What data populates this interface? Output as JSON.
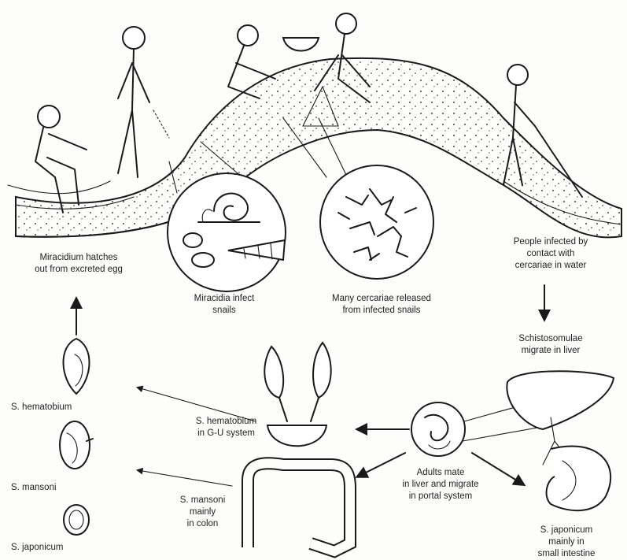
{
  "labels": {
    "miracidium_hatches": "Miracidium hatches\nout from excreted egg",
    "miracidia_infect": "Miracidia infect\nsnails",
    "cercariae_released": "Many cercariae released\nfrom infected snails",
    "people_infected": "People infected by\ncontact with\ncercariae in water",
    "schistosomulae_migrate": "Schistosomulae\nmigrate in liver",
    "egg_hematobium": "S. hematobium",
    "egg_mansoni": "S. mansoni",
    "egg_japonicum": "S. japonicum",
    "hematobium_gu": "S. hematobium\nin G-U system",
    "mansoni_colon": "S. mansoni\nmainly\nin colon",
    "adults_mate": "Adults mate\nin liver and migrate\nin portal system",
    "japonicum_intestine": "S. japonicum\nmainly in\nsmall intestine"
  },
  "colors": {
    "ink": "#1a1a1a",
    "paper": "#fdfdfb"
  }
}
